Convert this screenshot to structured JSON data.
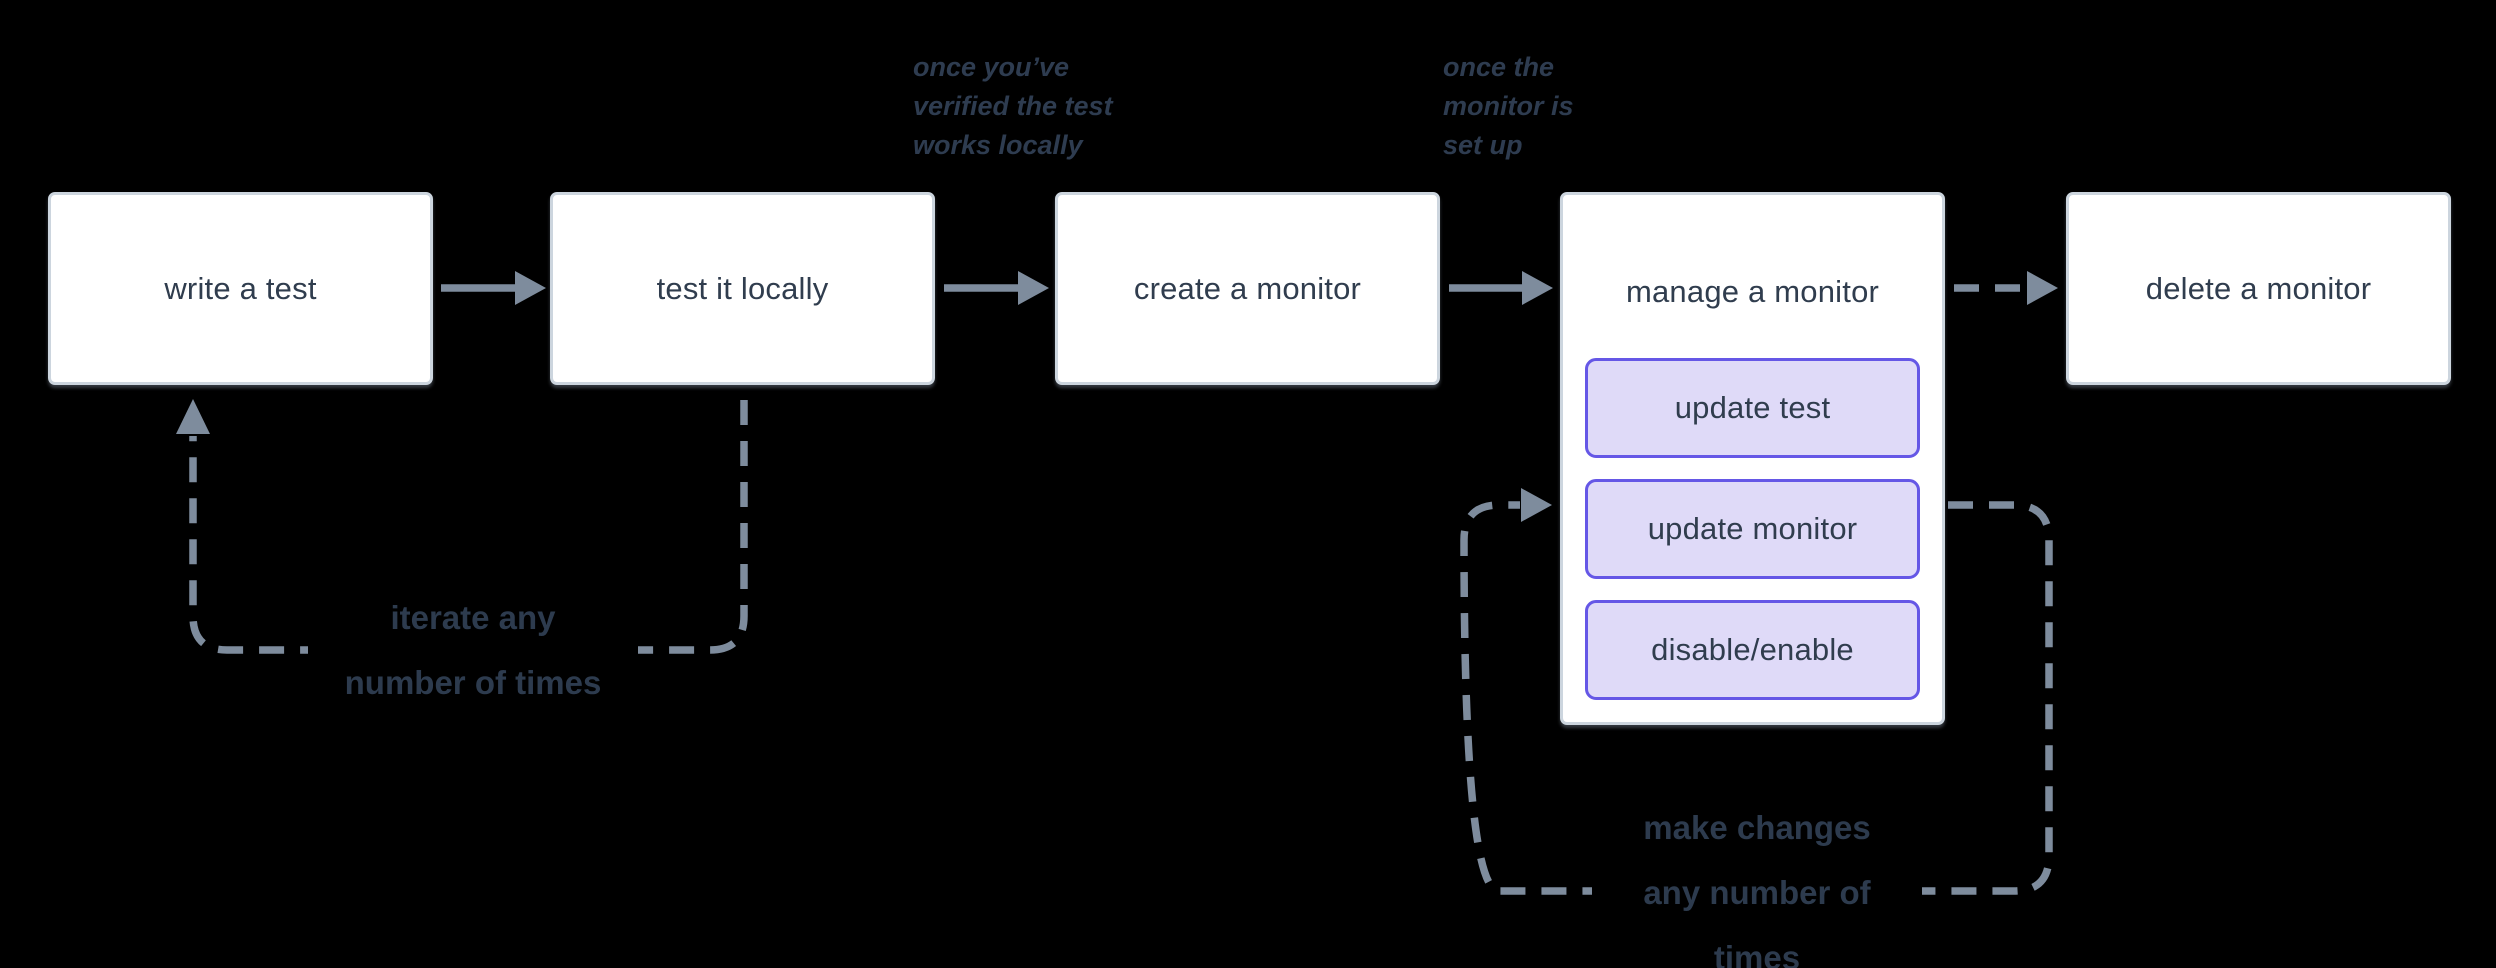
{
  "colors": {
    "background": "#000000",
    "node_fill": "#ffffff",
    "node_border": "#ccd5de",
    "node_text": "#303d4e",
    "arrow": "#7e8c9d",
    "action_fill": "#dfdaf8",
    "action_border": "#6557e6",
    "annotation_text": "#2e3c50",
    "loop_text": "#2d3b4e"
  },
  "flow": {
    "nodes": [
      {
        "label": "write a test"
      },
      {
        "label": "test it locally"
      },
      {
        "label": "create a monitor"
      },
      {
        "label": "manage a monitor",
        "actions": [
          "update test",
          "update monitor",
          "disable/enable"
        ]
      },
      {
        "label": "delete a monitor"
      }
    ]
  },
  "annotations": {
    "verified": {
      "lines": [
        "once you’ve",
        "verified the test",
        "works locally"
      ]
    },
    "setup": {
      "lines": [
        "once the",
        "monitor is",
        "set up"
      ]
    }
  },
  "loops": {
    "iterate": {
      "lines": [
        "iterate any",
        "number of times"
      ]
    },
    "changes": {
      "lines": [
        "make changes",
        "any number of",
        "times"
      ]
    }
  }
}
